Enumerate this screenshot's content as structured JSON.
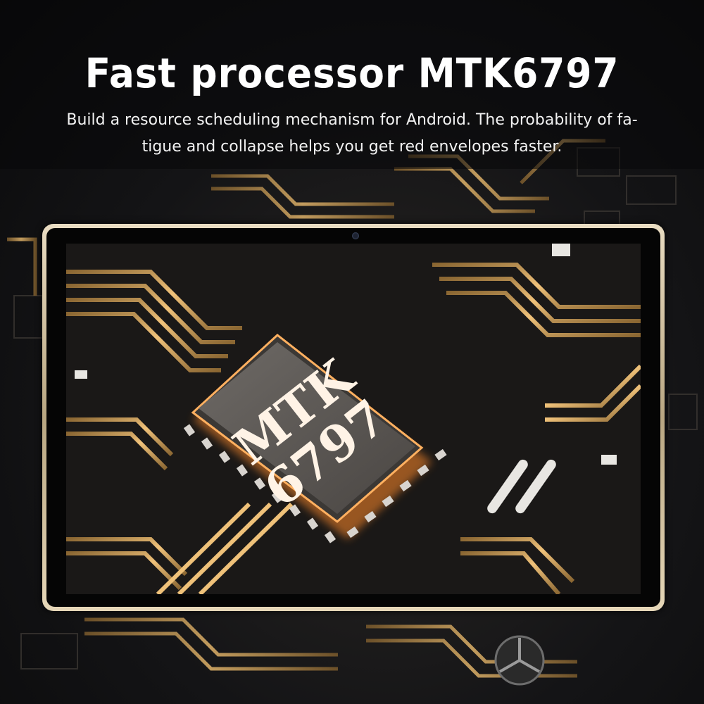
{
  "headline": "Fast processor MTK6797",
  "subtitle": {
    "line1": "Build a resource scheduling mechanism for Android. The probability of fa-",
    "line2": "tigue and collapse helps you get red envelopes faster."
  },
  "chip_label": {
    "line1": "MTK",
    "line2": "6797"
  },
  "colors": {
    "trace_gold": "#d9a85a",
    "glow_orange": "#ff9a3a",
    "chip_body": "#5a5653",
    "tablet_frame": "#d8c7a4"
  }
}
